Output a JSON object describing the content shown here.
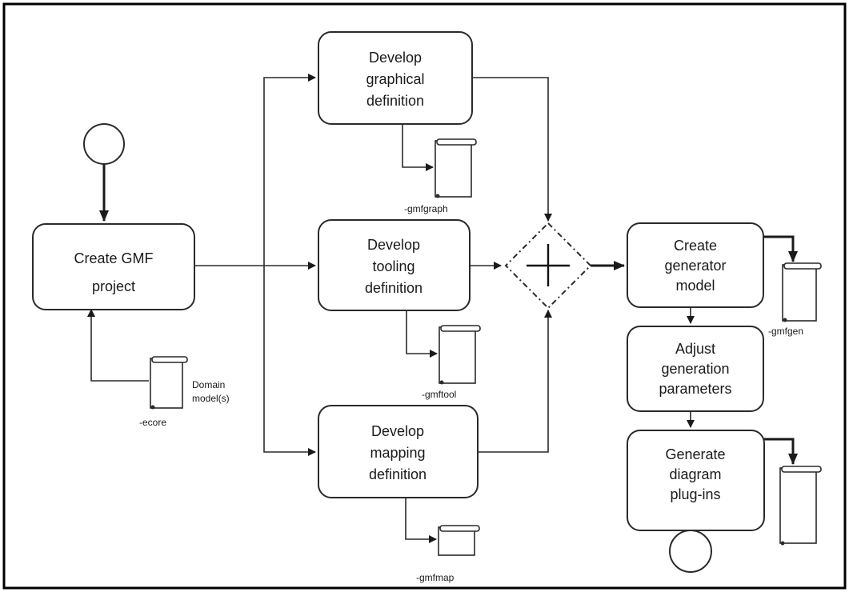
{
  "nodes": {
    "create_project": [
      "Create GMF",
      "project"
    ],
    "graphical": [
      "Develop",
      "graphical",
      "definition"
    ],
    "tooling": [
      "Develop",
      "tooling",
      "definition"
    ],
    "mapping": [
      "Develop",
      "mapping",
      "definition"
    ],
    "generator": [
      "Create",
      "generator",
      "model"
    ],
    "adjust": [
      "Adjust",
      "generation",
      "parameters"
    ],
    "generate": [
      "Generate",
      "diagram",
      "plug-ins"
    ]
  },
  "artifacts": {
    "ecore": "-ecore",
    "domain_model": [
      "Domain",
      "model(s)"
    ],
    "gmfgraph": "-gmfgraph",
    "gmftool": "-gmftool",
    "gmfmap": "-gmfmap",
    "gmfgen": "-gmfgen"
  }
}
